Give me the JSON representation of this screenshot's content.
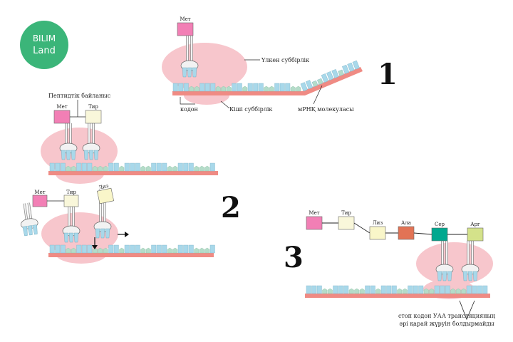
{
  "logo": {
    "line1": "BILIM",
    "line2": "Land"
  },
  "colors": {
    "ribosome": "#f7c6cc",
    "mrna_strand": "#ef8b84",
    "codon_blue": "#a8d8ea",
    "codon_green": "#b4dcc9",
    "trna": "#f2f2f2",
    "met": "#f27fb5",
    "tyr": "#f9f7da",
    "lys": "#f9f6c9",
    "ala": "#e27355",
    "ser": "#00a88f",
    "arg": "#d4e28a",
    "logo_bg": "#3bb579"
  },
  "steps": {
    "one": "1",
    "two": "2",
    "three": "3"
  },
  "panel1": {
    "met": "Мет",
    "large_subunit": "Үлкен суббірлік",
    "codon": "кодон",
    "small_subunit": "Кіші суббірлік",
    "mrna": "мРНҚ молекуласы"
  },
  "panel2a": {
    "peptide_bond": "Пептидтік байланыс",
    "met": "Мет",
    "tyr": "Тир"
  },
  "panel2b": {
    "met": "Мет",
    "tyr": "Тир",
    "lys": "Лиз"
  },
  "panel3": {
    "amino_acids": [
      "Мет",
      "Тир",
      "Лиз",
      "Ала",
      "Сер",
      "Арг"
    ],
    "stop_line1": "стоп кодон УАА трансляцияның",
    "stop_line2": "әрі қарай жүруін болдырмайды"
  }
}
